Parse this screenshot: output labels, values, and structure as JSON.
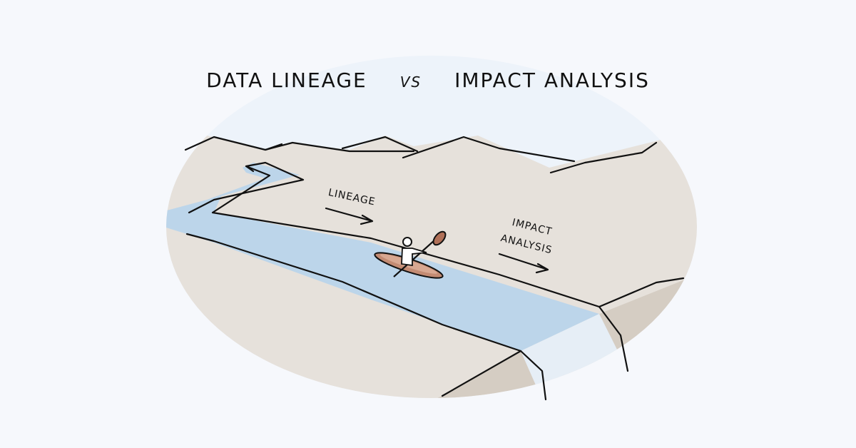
{
  "title": {
    "left": "DATA LINEAGE",
    "separator": "VS",
    "right": "IMPACT ANALYSIS"
  },
  "annotations": {
    "lineage": "LINEAGE",
    "impact_line1": "IMPACT",
    "impact_line2": "ANALYSIS"
  },
  "colors": {
    "background": "#f6f8fc",
    "sky": "#edf3fa",
    "land": "#e6e1db",
    "cliff": "#d5cdc3",
    "river": "#bcd5ea",
    "waterfall": "#e6eef6",
    "kayak": "#c38b73",
    "kayak_inner": "#d8a892",
    "ink": "#111111"
  }
}
